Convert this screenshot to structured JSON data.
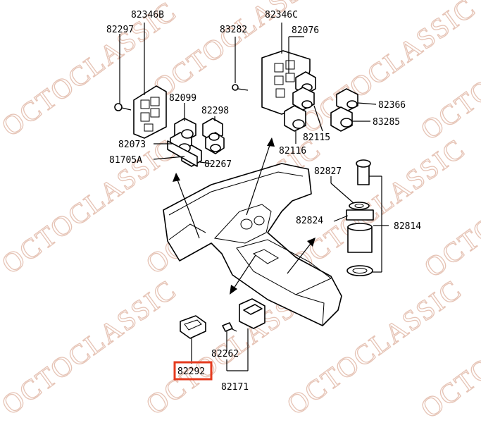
{
  "watermark": {
    "text": "OCTOCLASSIC",
    "color": "#e6c4b6"
  },
  "highlight": {
    "color": "#e53b1f"
  },
  "parts": [
    {
      "id": "82346B",
      "label": "82346B"
    },
    {
      "id": "82297",
      "label": "82297"
    },
    {
      "id": "82346C",
      "label": "82346C"
    },
    {
      "id": "83282",
      "label": "83282"
    },
    {
      "id": "82076",
      "label": "82076"
    },
    {
      "id": "82099",
      "label": "82099"
    },
    {
      "id": "82298",
      "label": "82298"
    },
    {
      "id": "82366",
      "label": "82366"
    },
    {
      "id": "83285",
      "label": "83285"
    },
    {
      "id": "82115",
      "label": "82115"
    },
    {
      "id": "82073",
      "label": "82073"
    },
    {
      "id": "82116",
      "label": "82116"
    },
    {
      "id": "81705A",
      "label": "81705A"
    },
    {
      "id": "82267",
      "label": "82267"
    },
    {
      "id": "82827",
      "label": "82827"
    },
    {
      "id": "82824",
      "label": "82824"
    },
    {
      "id": "82814",
      "label": "82814"
    },
    {
      "id": "82262",
      "label": "82262"
    },
    {
      "id": "82292",
      "label": "82292",
      "highlighted": true
    },
    {
      "id": "82171",
      "label": "82171"
    }
  ]
}
